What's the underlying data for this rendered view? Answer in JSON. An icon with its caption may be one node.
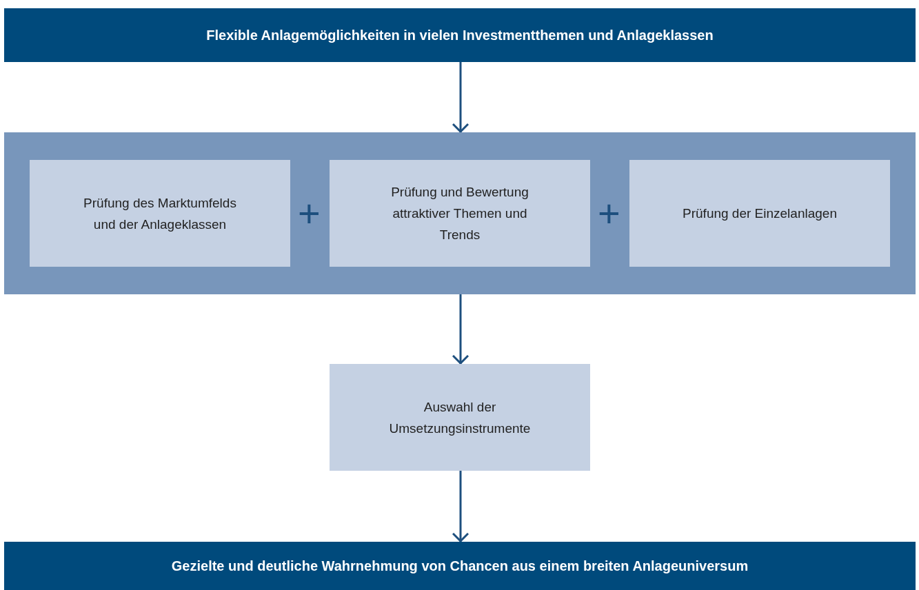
{
  "diagram": {
    "nodes": [
      {
        "text": [
          "Flexible Anlagemöglichkeiten in vielen Investmentthemen und Anlageklassen"
        ]
      },
      {
        "text": [],
        "shape": "box"
      },
      {
        "text": [
          "Prüfung des Marktumfelds und der Anlageklassen"
        ],
        "in": 1
      },
      {
        "text": [
          "Prüfung und Bewertung attraktiver Themen und Trends"
        ],
        "in": 1
      },
      {
        "text": [
          "Prüfung der Einzelanlagen"
        ],
        "in": 1
      },
      {
        "text": [
          "Auswahl der Umsetzungsinstrumente"
        ]
      },
      {
        "text": [
          "Gezielte und deutliche Wahrnehmung von Chancen aus einem breiten Anlageuniversum"
        ]
      }
    ],
    "edges": [
      {
        "from": 0,
        "to": 1,
        "arrow": "to"
      },
      {
        "from": 1,
        "to": 5,
        "arrow": "to"
      },
      {
        "from": 5,
        "to": 6,
        "arrow": "to"
      }
    ],
    "labels": [
      "+",
      "+"
    ]
  }
}
